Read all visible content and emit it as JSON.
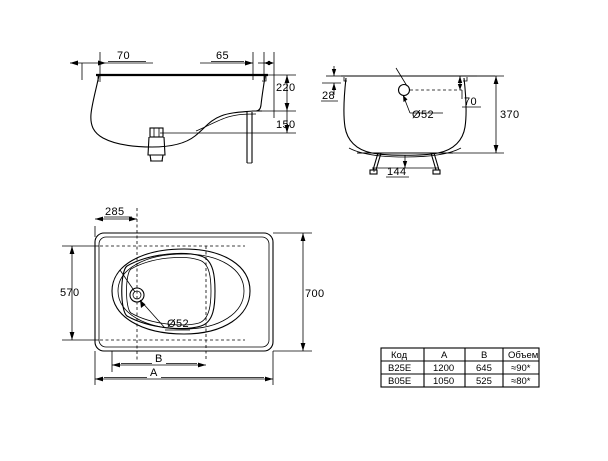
{
  "drawing": {
    "title": "Bathtub technical drawing",
    "line_color": "#000000",
    "background_color": "#ffffff"
  },
  "views": {
    "side_elevation": {
      "name": "side-elevation-view",
      "dimensions": {
        "top_left_offset": "70",
        "top_right_offset": "65",
        "rim_to_shelf": "220",
        "shelf_to_bottom": "150"
      }
    },
    "end_elevation": {
      "name": "end-elevation-view",
      "dimensions": {
        "rim_thickness": "28",
        "drain_diameter": "Ø52",
        "drain_height": "70",
        "overall_height": "370",
        "leg_spacing": "144"
      }
    },
    "plan": {
      "name": "plan-view",
      "dimensions": {
        "drain_offset": "285",
        "inner_width": "570",
        "outer_width": "700",
        "inner_length": "B",
        "outer_length": "A",
        "drain_diameter": "Ø52"
      }
    }
  },
  "spec_table": {
    "name": "specification-table",
    "headers": [
      "Код",
      "A",
      "B",
      "Объем"
    ],
    "rows": [
      {
        "code": "B25E",
        "a": "1200",
        "b": "645",
        "volume": "≈90*"
      },
      {
        "code": "B05E",
        "a": "1050",
        "b": "525",
        "volume": "≈80*"
      }
    ]
  }
}
